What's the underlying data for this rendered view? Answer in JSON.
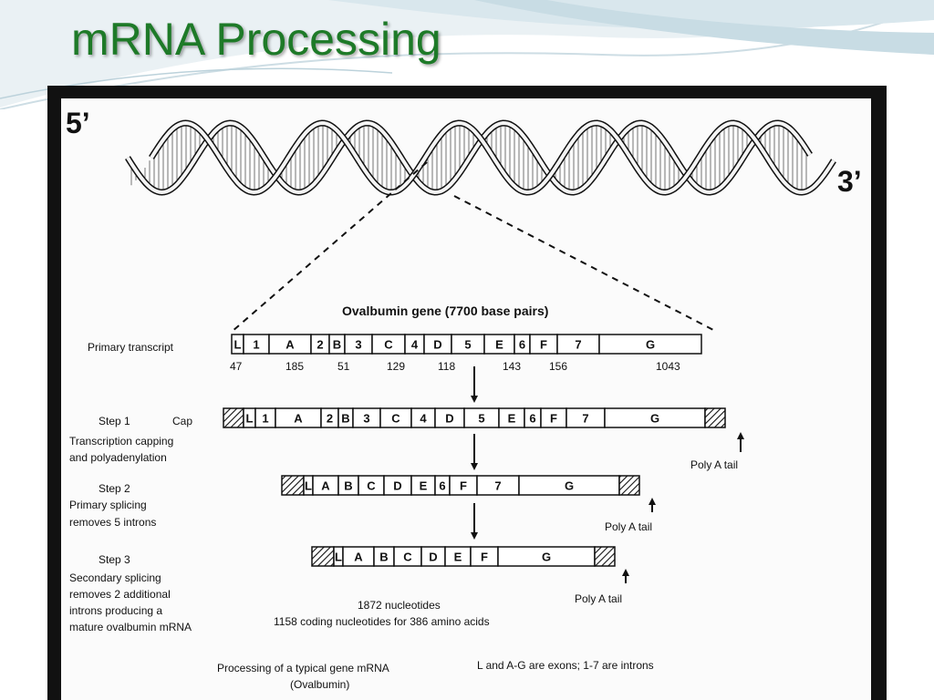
{
  "slide": {
    "title": "mRNA Processing"
  },
  "dna": {
    "end5": "5’",
    "end3": "3’"
  },
  "gene": {
    "title": "Ovalbumin gene  (7700 base pairs)",
    "primary_label": "Primary transcript",
    "segments": [
      "L",
      "1",
      "A",
      "2",
      "B",
      "3",
      "C",
      "4",
      "D",
      "5",
      "E",
      "6",
      "F",
      "7",
      "G"
    ],
    "lengths": [
      "47",
      "185",
      "51",
      "129",
      "118",
      "143",
      "156",
      "1043"
    ]
  },
  "step1": {
    "label": "Step 1",
    "cap_label": "Cap",
    "desc": [
      "Transcription capping",
      "and polyadenylation"
    ],
    "segments": [
      "L",
      "1",
      "A",
      "2",
      "B",
      "3",
      "C",
      "4",
      "D",
      "5",
      "E",
      "6",
      "F",
      "7",
      "G"
    ],
    "poly_label": "Poly A tail"
  },
  "step2": {
    "label": "Step 2",
    "desc": [
      "Primary splicing",
      "removes 5 introns"
    ],
    "segments": [
      "L",
      "A",
      "B",
      "C",
      "D",
      "E",
      "6",
      "F",
      "7",
      "G"
    ],
    "poly_label": "Poly A tail"
  },
  "step3": {
    "label": "Step 3",
    "desc": [
      "Secondary splicing",
      "removes 2 additional",
      "introns producing a",
      "mature ovalbumin mRNA"
    ],
    "segments": [
      "L",
      "A",
      "B",
      "C",
      "D",
      "E",
      "F",
      "G"
    ],
    "poly_label": "Poly A tail",
    "nucleotides": "1872 nucleotides",
    "coding": "1158 coding nucleotides for 386 amino acids"
  },
  "caption": {
    "left": [
      "Processing of a typical gene mRNA",
      "(Ovalbumin)"
    ],
    "right": "L and A-G are exons; 1-7 are introns"
  },
  "colors": {
    "title": "#1e7a28",
    "frame": "#111111",
    "line": "#111111"
  }
}
